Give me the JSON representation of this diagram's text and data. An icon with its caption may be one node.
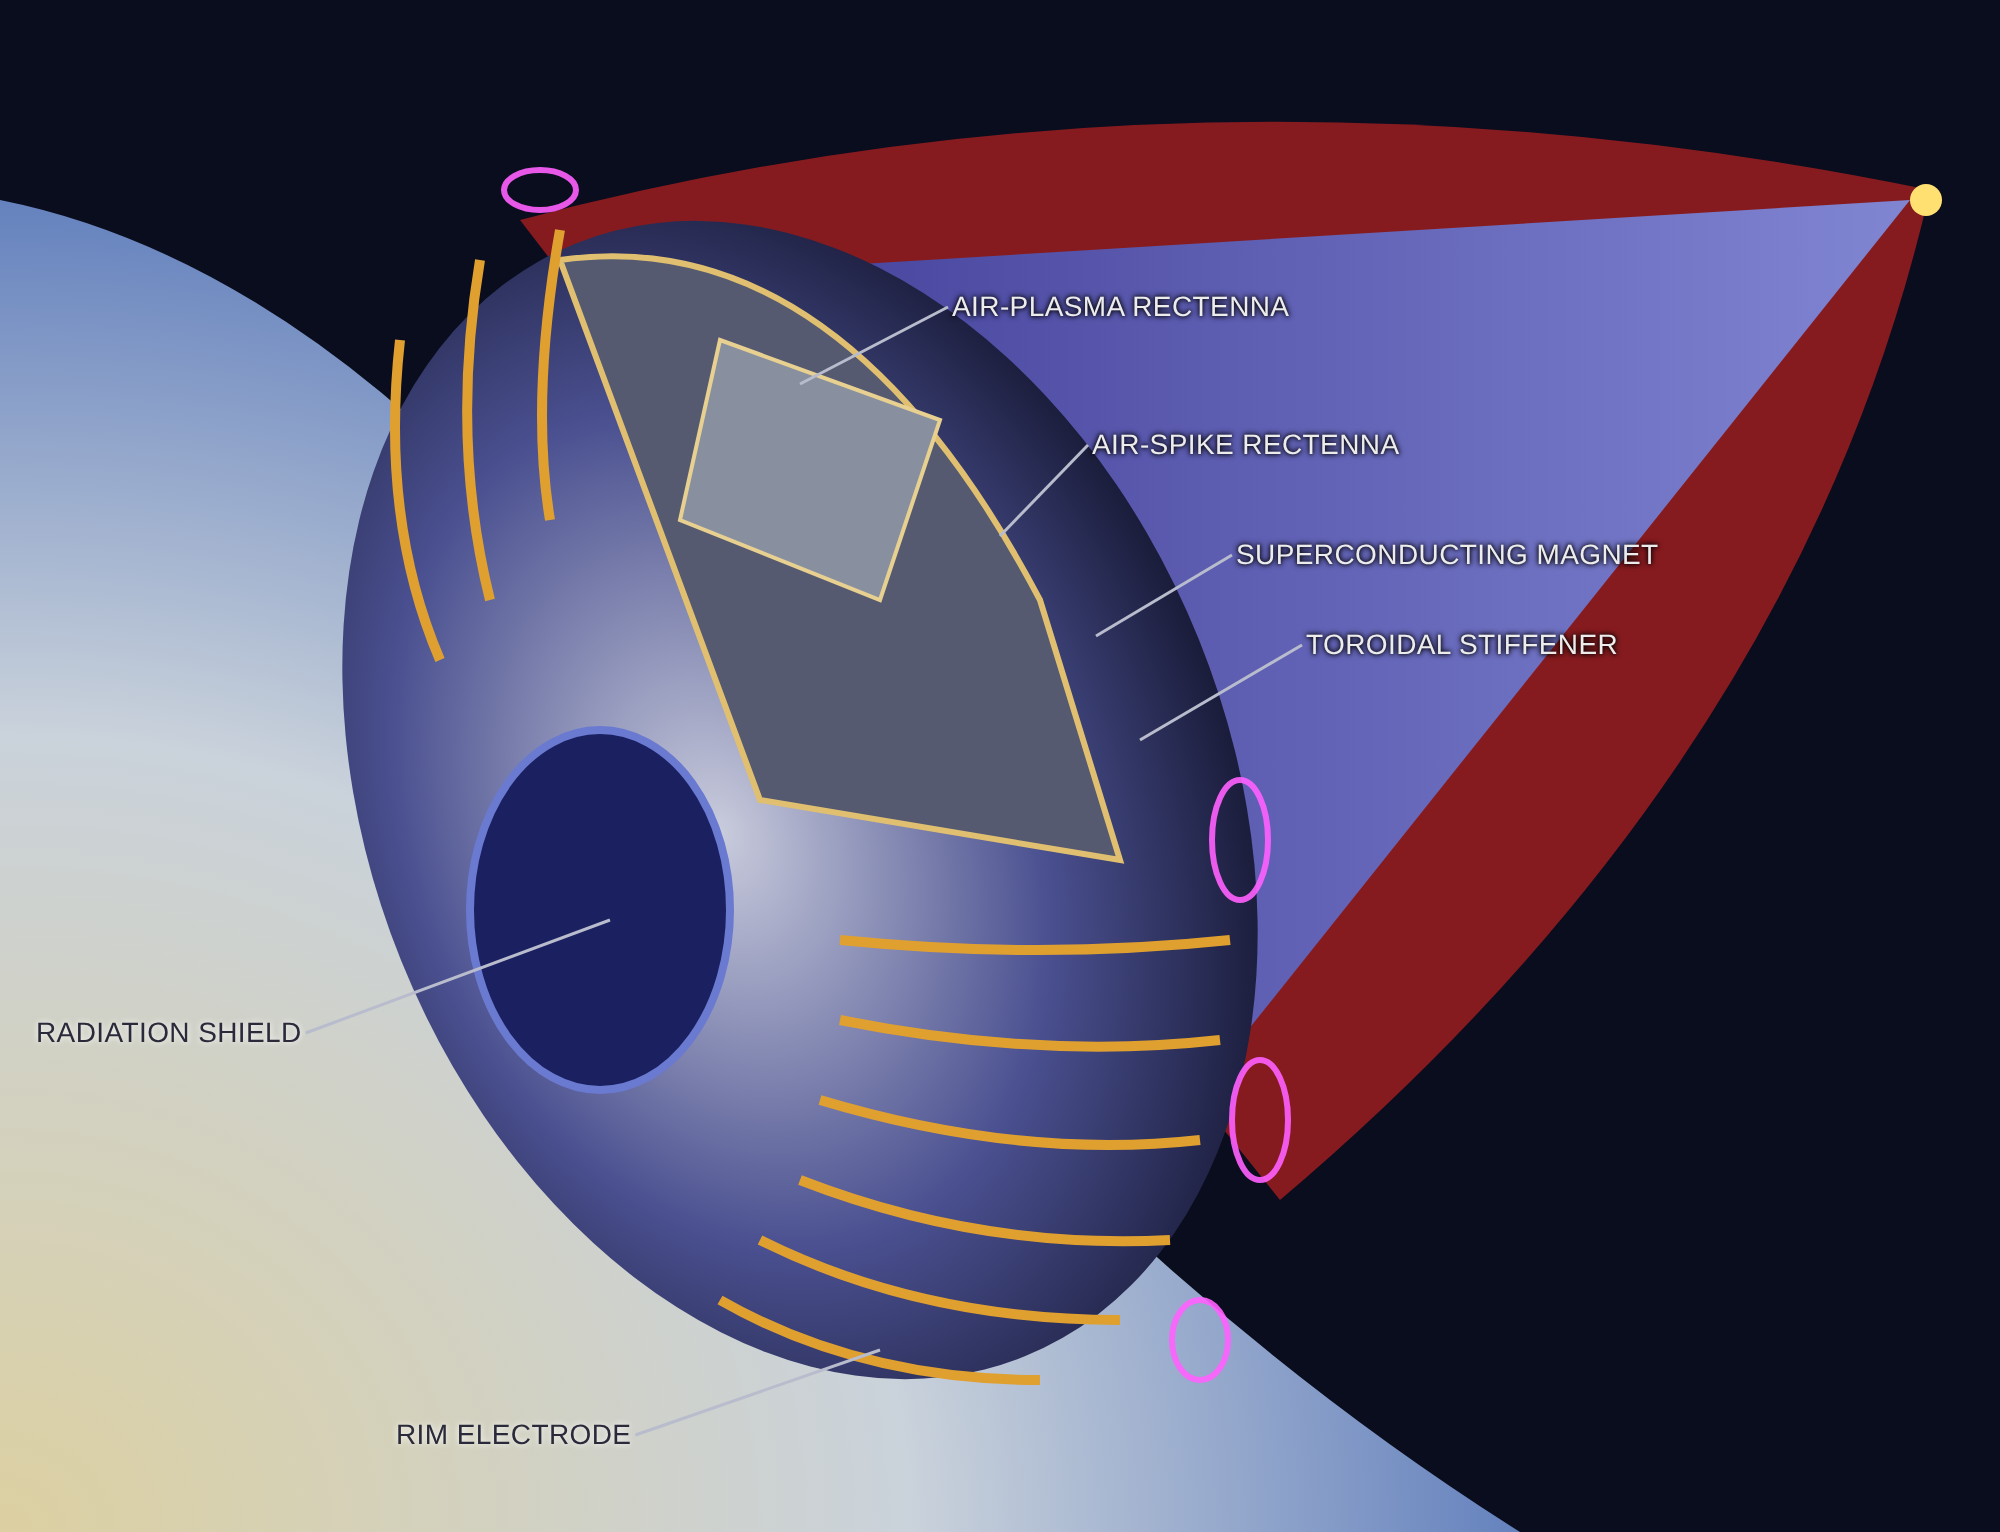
{
  "diagram": {
    "nodes": [
      {
        "text": [
          "AIR-PLASMA RECTENNA"
        ]
      },
      {
        "text": [
          "AIR-SPIKE RECTENNA"
        ]
      },
      {
        "text": [
          "SUPERCONDUCTING MAGNET"
        ]
      },
      {
        "text": [
          "TOROIDAL STIFFENER"
        ]
      },
      {
        "text": [
          "RADIATION SHIELD"
        ]
      },
      {
        "text": [
          "RIM ELECTRODE"
        ]
      }
    ],
    "edges": [
      {
        "from": 0,
        "to": null,
        "arrow": "none"
      },
      {
        "from": 1,
        "to": null,
        "arrow": "none"
      },
      {
        "from": 2,
        "to": null,
        "arrow": "none"
      },
      {
        "from": 3,
        "to": null,
        "arrow": "none"
      },
      {
        "from": 4,
        "to": null,
        "arrow": "none"
      },
      {
        "from": 5,
        "to": null,
        "arrow": "none"
      }
    ]
  }
}
